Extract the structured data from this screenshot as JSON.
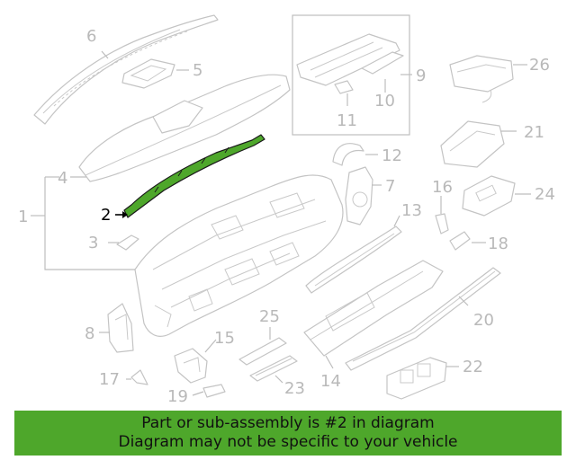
{
  "highlight_color": "#4ea72b",
  "callouts": {
    "c1": "1",
    "c2": "2",
    "c3": "3",
    "c4": "4",
    "c5": "5",
    "c6": "6",
    "c7": "7",
    "c8": "8",
    "c9": "9",
    "c10": "10",
    "c11": "11",
    "c12": "12",
    "c13": "13",
    "c14": "14",
    "c15": "15",
    "c16": "16",
    "c17": "17",
    "c18": "18",
    "c19": "19",
    "c20": "20",
    "c21": "21",
    "c22": "22",
    "c23": "23",
    "c24": "24",
    "c25": "25",
    "c26": "26"
  },
  "banner": {
    "line1": "Part or sub-assembly is #2 in diagram",
    "line2": "Diagram may not be specific to your vehicle"
  }
}
